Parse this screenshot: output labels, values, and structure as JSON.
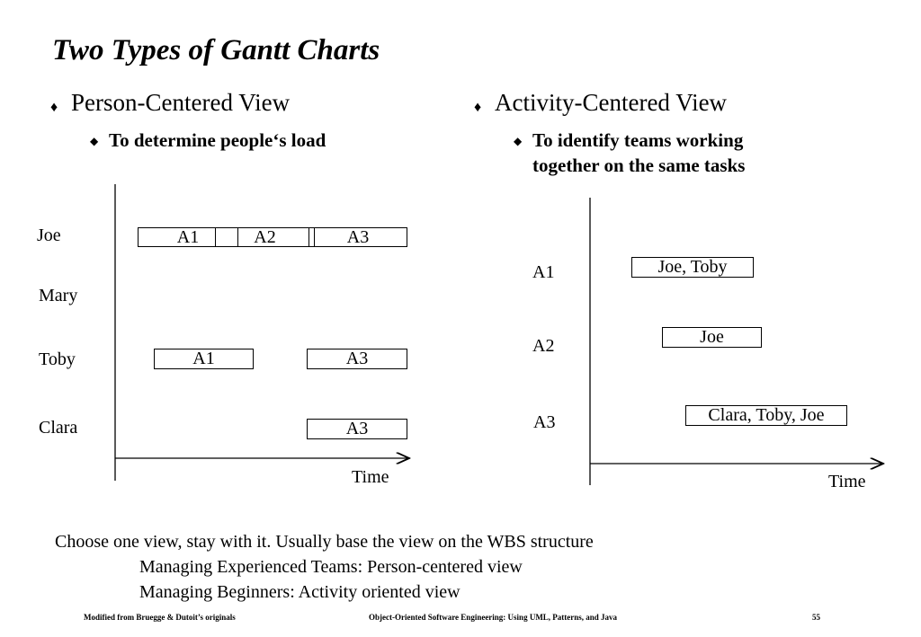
{
  "title": "Two Types of Gantt Charts",
  "left": {
    "heading": "Person-Centered View",
    "sub": "To determine people‘s load",
    "rows": [
      "Joe",
      "Mary",
      "Toby",
      "Clara"
    ],
    "bars": {
      "joe_a1": "A1",
      "joe_a2": "A2",
      "joe_a3": "A3",
      "toby_a1": "A1",
      "toby_a3": "A3",
      "clara_a3": "A3"
    },
    "axis_label": "Time"
  },
  "right": {
    "heading": "Activity-Centered View",
    "sub_line1": "To identify teams working",
    "sub_line2": "together on the same tasks",
    "rows": [
      "A1",
      "A2",
      "A3"
    ],
    "bars": {
      "a1": "Joe, Toby",
      "a2": "Joe",
      "a3": "Clara, Toby, Joe"
    },
    "axis_label": "Time"
  },
  "notes": {
    "line1": "Choose one view, stay with it. Usually base the  view on the WBS structure",
    "line2": "Managing Experienced Teams:  Person-centered view",
    "line3": "Managing  Beginners: Activity oriented view"
  },
  "footer": {
    "left": "Modified from Bruegge & Dutoit’s originals",
    "center": "Object-Oriented Software Engineering: Using UML, Patterns, and Java",
    "page": "55"
  },
  "icons": {
    "level1_bullet": "diamond-bullet",
    "level2_bullet": "square-bullet"
  }
}
